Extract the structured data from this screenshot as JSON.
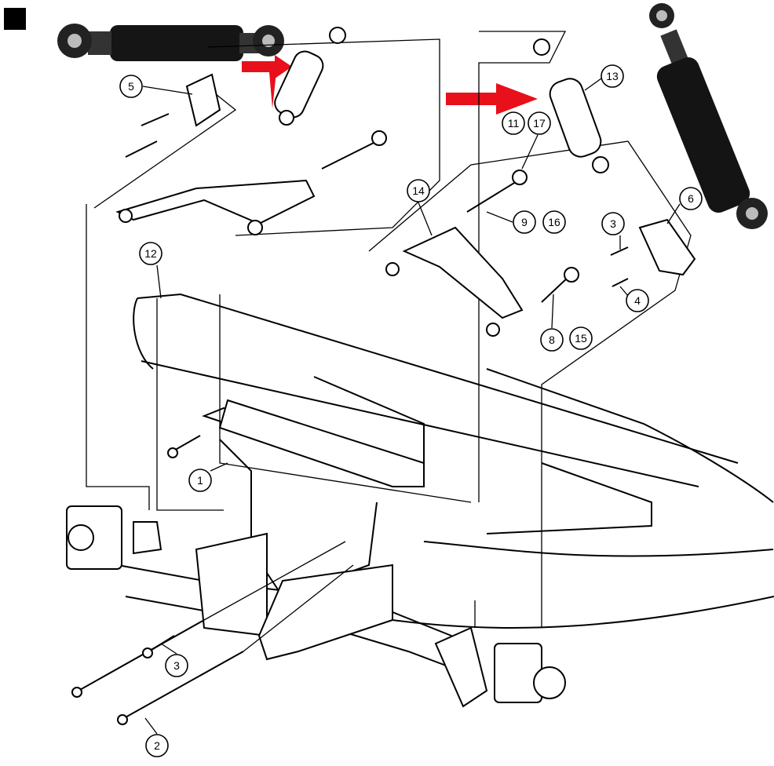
{
  "diagram": {
    "title": "Front suspension exploded parts diagram with shock absorber",
    "colors": {
      "arrow": "#e8101a",
      "shock_body": "#111111",
      "line": "#000000"
    },
    "callouts": [
      {
        "id": "c5",
        "label": "5"
      },
      {
        "id": "c13",
        "label": "13"
      },
      {
        "id": "c11",
        "label": "11"
      },
      {
        "id": "c17",
        "label": "17"
      },
      {
        "id": "c14",
        "label": "14"
      },
      {
        "id": "c9",
        "label": "9"
      },
      {
        "id": "c16",
        "label": "16"
      },
      {
        "id": "c3a",
        "label": "3"
      },
      {
        "id": "c6",
        "label": "6"
      },
      {
        "id": "c4",
        "label": "4"
      },
      {
        "id": "c12",
        "label": "12"
      },
      {
        "id": "c8",
        "label": "8"
      },
      {
        "id": "c15",
        "label": "15"
      },
      {
        "id": "c1",
        "label": "1"
      },
      {
        "id": "c3b",
        "label": "3"
      },
      {
        "id": "c2",
        "label": "2"
      }
    ]
  }
}
